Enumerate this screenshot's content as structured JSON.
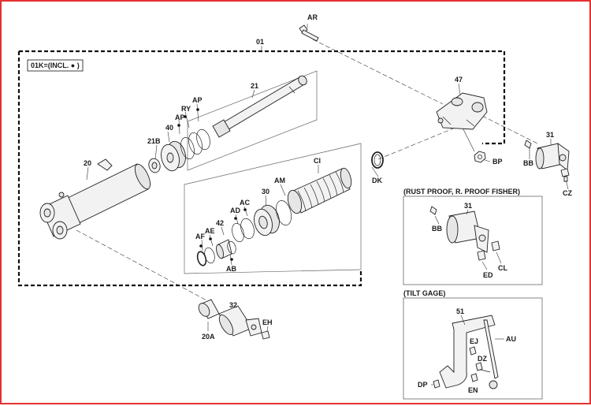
{
  "diagram": {
    "assembly_note": "01K=(INCL. ● )",
    "boxes": {
      "rust_proof": {
        "title": "(RUST PROOF, R. PROOF FISHER)"
      },
      "tilt_gage": {
        "title": "(TILT GAGE)"
      }
    },
    "labels": {
      "ar": "AR",
      "assy": "01",
      "p21": "21",
      "p47": "47",
      "ap1": "AP",
      "ry": "RY",
      "ap2": "AP",
      "p40": "40",
      "p21b": "21B",
      "p20": "20",
      "p31": "31",
      "bb1": "BB",
      "cz": "CZ",
      "bp": "BP",
      "dk": "DK",
      "ci": "CI",
      "am": "AM",
      "p30": "30",
      "ac": "AC",
      "ad": "AD",
      "p42": "42",
      "ae": "AE",
      "af": "AF",
      "ab": "AB",
      "p32": "32",
      "p20a": "20A",
      "eh": "EH",
      "rp31": "31",
      "rpbb": "BB",
      "rpcl": "CL",
      "rped": "ED",
      "p51": "51",
      "au": "AU",
      "ej": "EJ",
      "dz": "DZ",
      "en": "EN",
      "dp": "DP"
    },
    "colors": {
      "frame_border": "#e53030",
      "line": "#222222",
      "part_fill": "#f2f2f2"
    }
  }
}
